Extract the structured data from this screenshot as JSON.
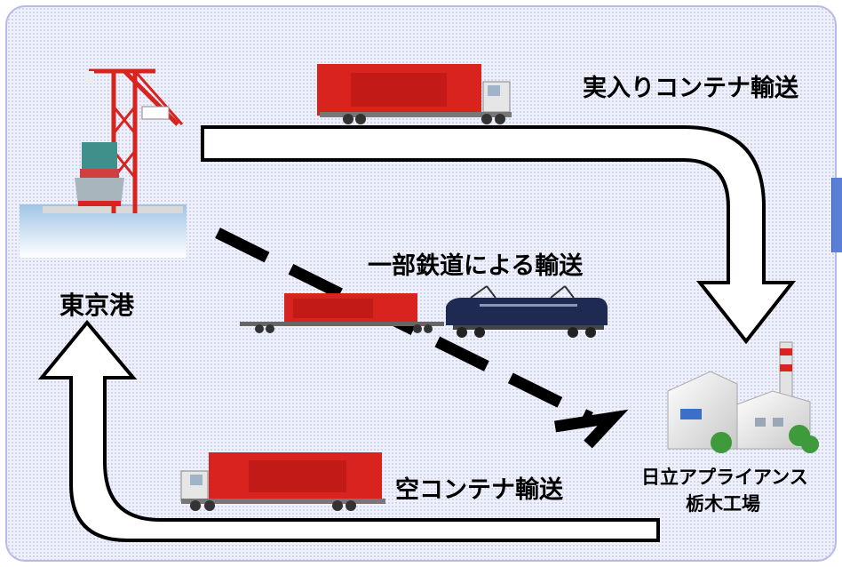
{
  "labels": {
    "full_container_transport": "実入りコンテナ輸送",
    "partial_rail_transport": "一部鉄道による輸送",
    "empty_container_transport": "空コンテナ輸送",
    "tokyo_port": "東京港",
    "factory_line1": "日立アプライアンス",
    "factory_line2": "栃木工場"
  },
  "icons": {
    "port": "gantry-crane-and-ship-icon",
    "full_truck": "container-truck-icon",
    "empty_truck": "container-truck-icon",
    "train": "freight-train-icon",
    "factory": "factory-icon"
  },
  "colors": {
    "container_red": "#d8231f",
    "locomotive_blue": "#1e2a52",
    "arrow_outline": "#000000",
    "panel_background": "#eef0fb",
    "panel_border": "#b9b9e8"
  }
}
